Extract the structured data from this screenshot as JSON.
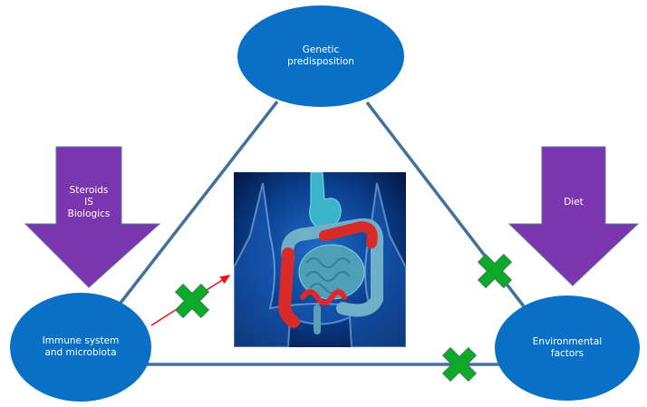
{
  "colors": {
    "node_fill": "#0A70C6",
    "edge_stroke": "#45709E",
    "arrow_fill": "#7B35AE",
    "arrow_stroke": "#5B6FA8",
    "cross_fill": "#0DAA29",
    "cross_stroke": "#3F7A60",
    "red_arrow": "#E8141B",
    "image_bg_dark": "#02123A",
    "image_bg_mid": "#0A3F8E"
  },
  "nodes": {
    "genetic": {
      "label": "Genetic\npredisposition"
    },
    "immune": {
      "label": "Immune system\nand microbiota"
    },
    "environmental": {
      "label": "Environmental\nfactors"
    }
  },
  "interventions": {
    "left": {
      "label": "Steroids\nIS\nBiologics",
      "target": "immune"
    },
    "right": {
      "label": "Diet",
      "target": "environmental"
    }
  },
  "image": {
    "subject": "inflamed-intestines-illustration"
  },
  "blocked_links": [
    {
      "name": "immune-to-disease",
      "icon": "x-cross-icon"
    },
    {
      "name": "genetic-to-environmental",
      "icon": "x-cross-icon"
    },
    {
      "name": "immune-to-environmental",
      "icon": "x-cross-icon"
    }
  ]
}
